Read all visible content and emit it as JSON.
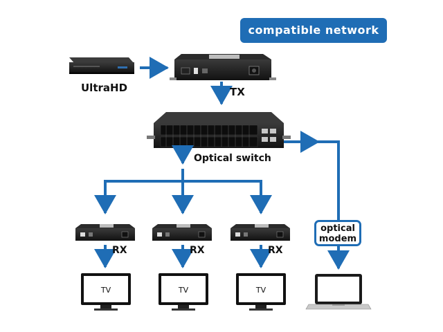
{
  "badge": {
    "text": "compatible network"
  },
  "labels": {
    "source": "UltraHD",
    "tx": "TX",
    "switch": "Optical switch",
    "rx1": "RX",
    "rx2": "RX",
    "rx3": "RX",
    "tv1": "TV",
    "tv2": "TV",
    "tv3": "TV",
    "modem_line1": "optical",
    "modem_line2": "modem"
  },
  "colors": {
    "accent": "#1f6db5",
    "device": "#1c1c1c",
    "text": "#111111"
  }
}
